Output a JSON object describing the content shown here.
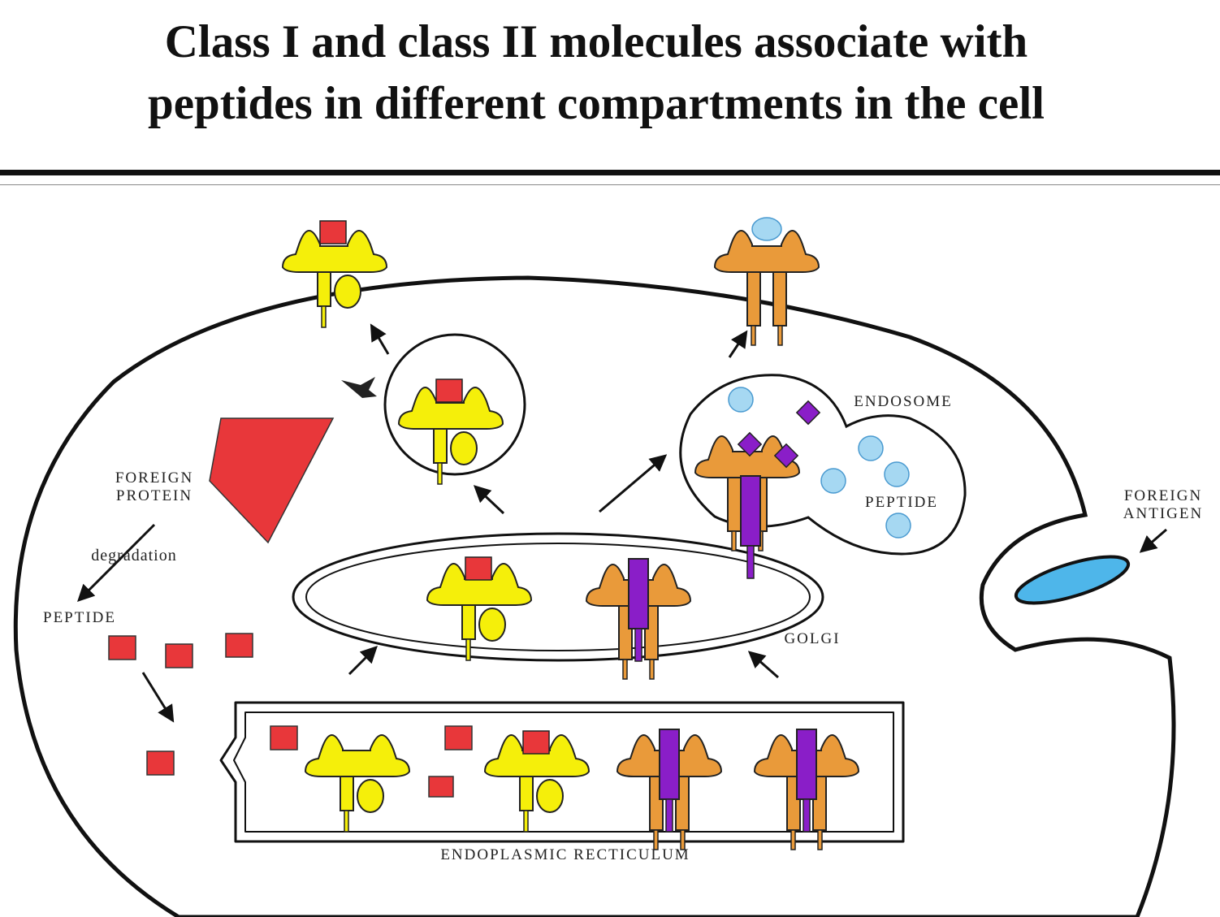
{
  "title": {
    "line1": "Class I and class II molecules associate with",
    "line2": "peptides in different compartments in the cell"
  },
  "labels": {
    "foreign_protein_line1": "FOREIGN",
    "foreign_protein_line2": "PROTEIN",
    "degradation": "degradation",
    "peptide_cytosol": "PEPTIDE",
    "endosome": "ENDOSOME",
    "peptide_endosome": "PEPTIDE",
    "foreign_antigen_line1": "FOREIGN",
    "foreign_antigen_line2": "ANTIGEN",
    "golgi": "GOLGI",
    "er": "ENDOPLASMIC RECTICULUM"
  },
  "colors": {
    "class_i": "#f5ef0a",
    "class_ii": "#e99a3a",
    "peptide": "#e8373a",
    "invariant_chain": "#8a1ec8",
    "endosomal_peptide": "#a6d8f2",
    "antigen": "#4eb6ea"
  }
}
